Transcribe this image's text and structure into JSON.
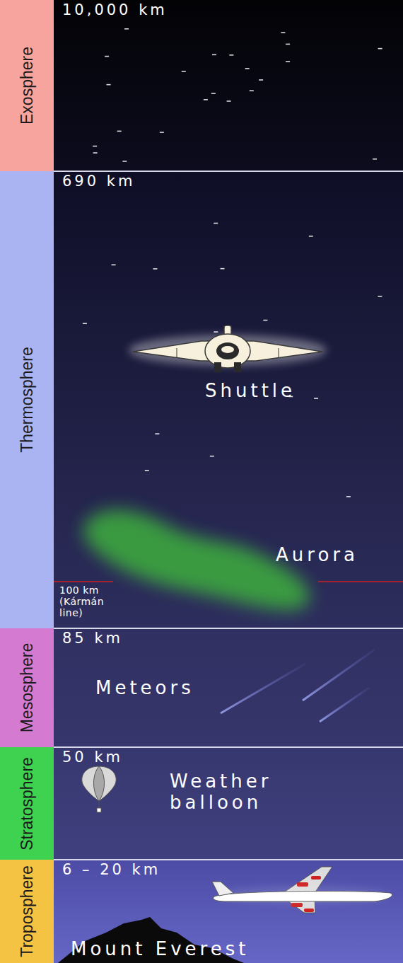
{
  "diagram": {
    "nodes": [
      {
        "text": [
          "Exosphere",
          "10,000 km"
        ]
      },
      {
        "text": [
          "Thermosphere",
          "690 km",
          "Shuttle",
          "Aurora",
          "100 km (Kármán line)"
        ]
      },
      {
        "text": [
          "Mesosphere",
          "85 km",
          "Meteors"
        ]
      },
      {
        "text": [
          "Stratosphere",
          "50 km",
          "Weather balloon"
        ]
      },
      {
        "text": [
          "Troposphere",
          "6 – 20 km",
          "Mount Everest"
        ]
      }
    ]
  }
}
